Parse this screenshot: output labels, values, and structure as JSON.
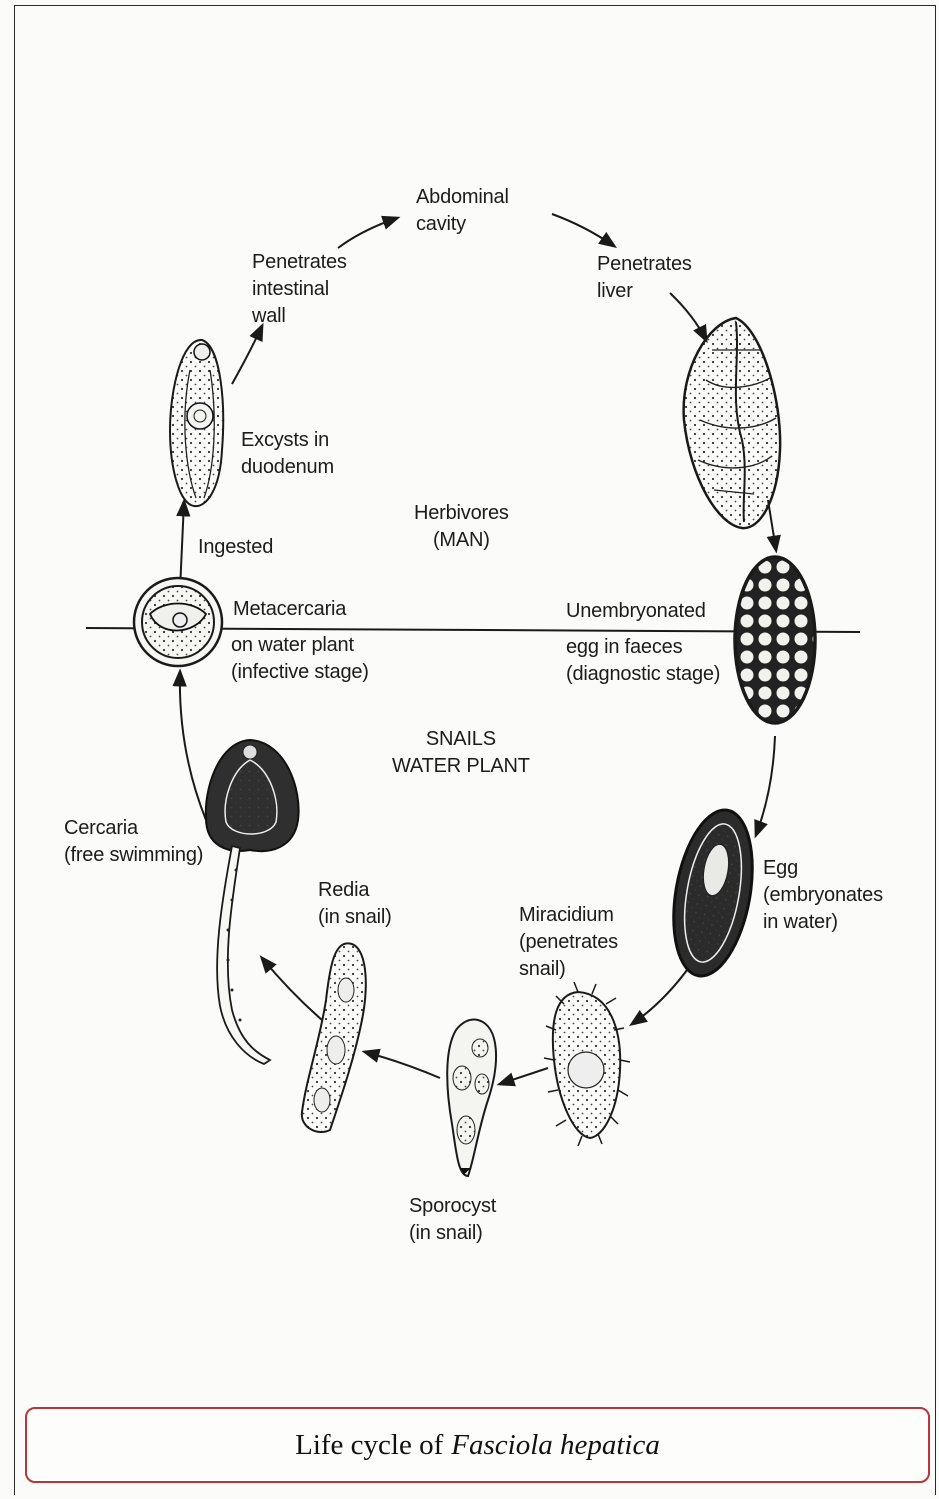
{
  "labels": {
    "abdominal_cavity": "Abdominal\ncavity",
    "penetrates_liver": "Penetrates\nliver",
    "penetrates_intestinal_wall": "Penetrates\nintestinal\nwall",
    "excysts": "Excysts in\nduodenum",
    "host_herbivores": "Herbivores\n(MAN)",
    "ingested": "Ingested",
    "metacercaria_title": "Metacercaria",
    "metacercaria_detail": "on water plant\n(infective stage)",
    "unembryonated_title": "Unembryonated",
    "unembryonated_detail": "egg in faeces\n(diagnostic stage)",
    "host_snails": "SNAILS\nWATER PLANT",
    "cercaria": "Cercaria\n(free swimming)",
    "redia": "Redia\n(in snail)",
    "egg": "Egg\n(embryonates\nin water)",
    "miracidium": "Miracidium\n(penetrates\nsnail)",
    "sporocyst": "Sporocyst\n(in snail)"
  },
  "caption": {
    "prefix": "Life cycle of",
    "species": "Fasciola hepatica"
  },
  "colors": {
    "caption_border": "#b8353c",
    "ink": "#1a1a1a"
  }
}
